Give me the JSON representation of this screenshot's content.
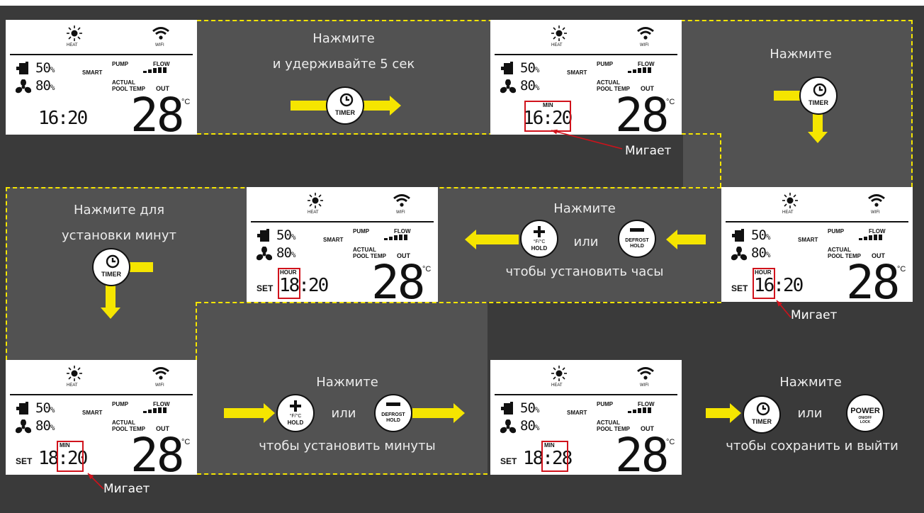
{
  "colors": {
    "accent": "#f5e500",
    "highlight": "#d0121b",
    "background": "#3a3a3a",
    "band": "#525252"
  },
  "display": {
    "heat": "HEAT",
    "wifi": "WIFI",
    "smart": "SMART",
    "pump": "PUMP",
    "flow": "FLOW",
    "actual": "ACTUAL",
    "pool_temp": "POOL TEMP",
    "out": "OUT",
    "pump_value": "50",
    "fan_value": "80",
    "percent": "%",
    "temperature": "28",
    "unit": "°C",
    "set": "SET",
    "hour": "HOUR",
    "min": "MIN"
  },
  "panels": [
    {
      "clock": "16:20",
      "set": false,
      "tag": ""
    },
    {
      "clock": "16:20",
      "set": false,
      "tag": "MIN"
    },
    {
      "clock": "16:20",
      "set": true,
      "tag": "HOUR"
    },
    {
      "clock": "18:20",
      "set": true,
      "tag": "HOUR"
    },
    {
      "clock": "18:20",
      "set": true,
      "tag": "MIN"
    },
    {
      "clock": "18:28",
      "set": true,
      "tag": "MIN"
    }
  ],
  "buttons": {
    "timer": "TIMER",
    "plus": {
      "top": "°F/°C",
      "bottom": "HOLD"
    },
    "minus": {
      "top": "DEFROST",
      "bottom": "HOLD"
    },
    "power": {
      "top": "POWER",
      "bottom": "ON/OFF LOCK"
    }
  },
  "icons": [
    "sun-icon",
    "wifi-icon",
    "pump-icon",
    "fan-icon",
    "clock-icon",
    "plus-icon",
    "minus-icon",
    "arrow-icon"
  ],
  "steps": {
    "s1": {
      "line1": "Нажмите",
      "line2": "и удерживайте 5 сек"
    },
    "s2": {
      "line1": "Нажмите"
    },
    "s3": {
      "line1": "Нажмите",
      "or": "или",
      "line2": "чтобы установить часы"
    },
    "s4": {
      "line1": "Нажмите для",
      "line2": "установки минут"
    },
    "s5": {
      "line1": "Нажмите",
      "or": "или",
      "line2": "чтобы установить минуты"
    },
    "s6": {
      "line1": "Нажмите",
      "or": "или",
      "line2": "чтобы сохранить и выйти"
    }
  },
  "blinks": "Мигает"
}
